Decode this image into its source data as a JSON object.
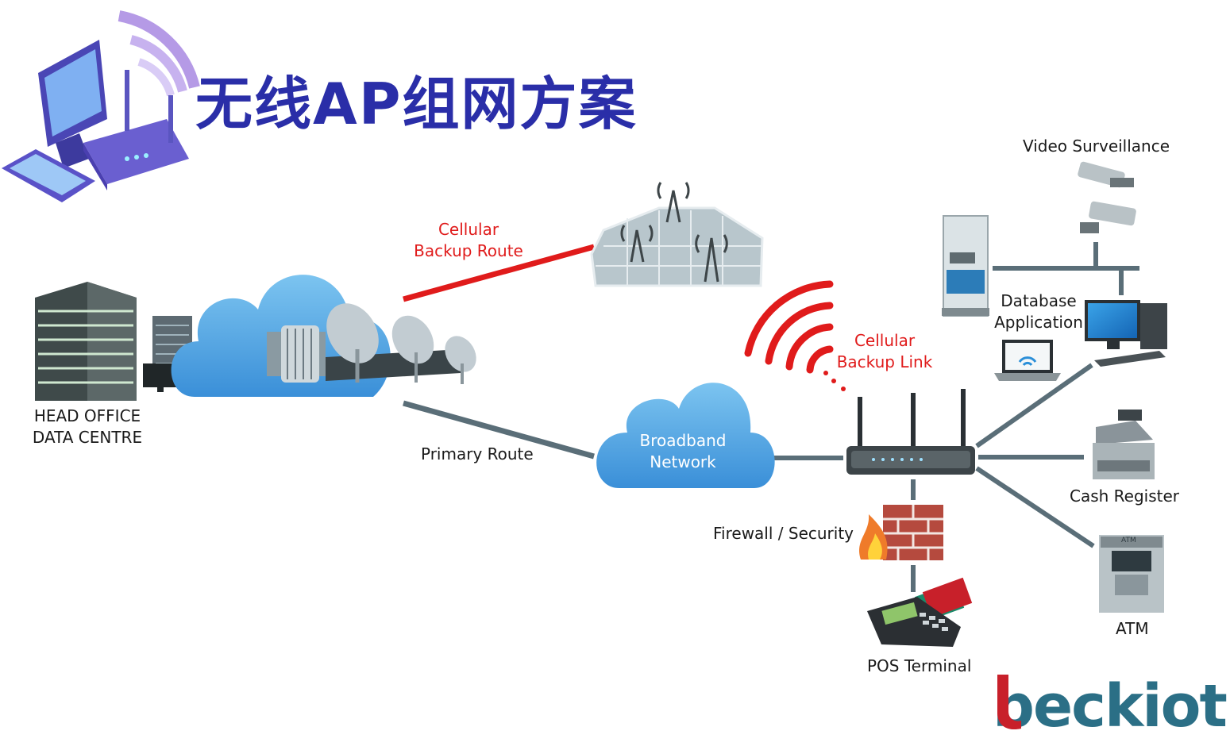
{
  "title": "无线AP组网方案",
  "labels": {
    "head_office": "HEAD OFFICE",
    "data_centre": "DATA CENTRE",
    "cellular_backup_route_1": "Cellular",
    "cellular_backup_route_2": "Backup Route",
    "primary_route": "Primary Route",
    "broadband_1": "Broadband",
    "broadband_2": "Network",
    "cellular_backup_link_1": "Cellular",
    "cellular_backup_link_2": "Backup Link",
    "video_surveillance": "Video Surveillance",
    "database_1": "Database",
    "database_2": "Application",
    "cash_register": "Cash Register",
    "firewall": "Firewall / Security",
    "atm": "ATM",
    "atm_sign": "ATM",
    "pos_terminal": "POS Terminal"
  },
  "logo": "beckiot",
  "colors": {
    "title": "#2a2ea8",
    "cellular": "#e01b1b",
    "link": "#5a6e78",
    "cloud": "#4a9fe0",
    "logo": "#2b6f86",
    "logo_accent": "#c8202a"
  }
}
